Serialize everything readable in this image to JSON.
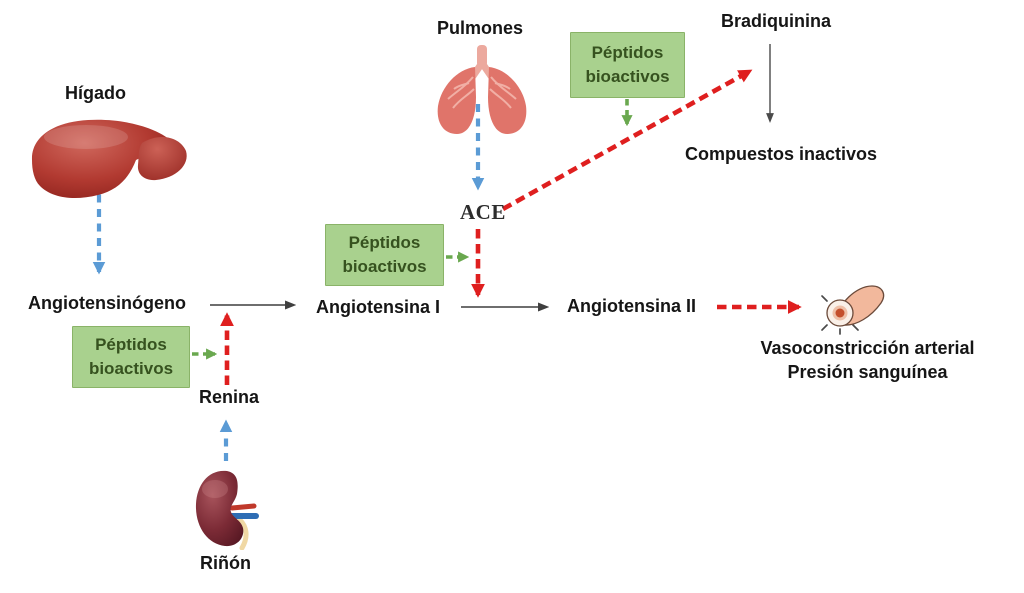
{
  "diagram": {
    "background": "#ffffff",
    "colors": {
      "red_arrow": "#df1f1f",
      "blue_arrow": "#5b9bd5",
      "green_arrow": "#6aa84f",
      "gray_arrow": "#3f3f3f",
      "black_arrow": "#4a4a4a",
      "green_box_fill": "#a9d18e",
      "green_box_border": "#8ab368",
      "green_box_text": "#36521f",
      "label_text": "#161616",
      "liver_red": "#b0392f",
      "lung_salmon": "#e0746a",
      "kidney_maroon": "#7c2b36",
      "vessel_peach": "#f2b89c"
    },
    "nodes": {
      "higado": "Hígado",
      "pulmones": "Pulmones",
      "bradiquinina": "Bradiquinina",
      "compuestos_inactivos": "Compuestos inactivos",
      "ace": "ACE",
      "angiotensinogeno": "Angiotensinógeno",
      "angiotensina_i": "Angiotensina I",
      "angiotensina_ii": "Angiotensina II",
      "renina": "Renina",
      "rinon": "Riñón",
      "vasoconstriccion_line1": "Vasoconstricción arterial",
      "vasoconstriccion_line2": "Presión sanguínea"
    },
    "peptide_boxes": {
      "left": {
        "line1": "Péptidos",
        "line2": "bioactivos"
      },
      "middle": {
        "line1": "Péptidos",
        "line2": "bioactivos"
      },
      "top": {
        "line1": "Péptidos",
        "line2": "bioactivos"
      }
    },
    "icons": {
      "liver": "liver-icon",
      "lungs": "lungs-icon",
      "kidney": "kidney-icon",
      "vessel": "blood-vessel-icon"
    }
  }
}
